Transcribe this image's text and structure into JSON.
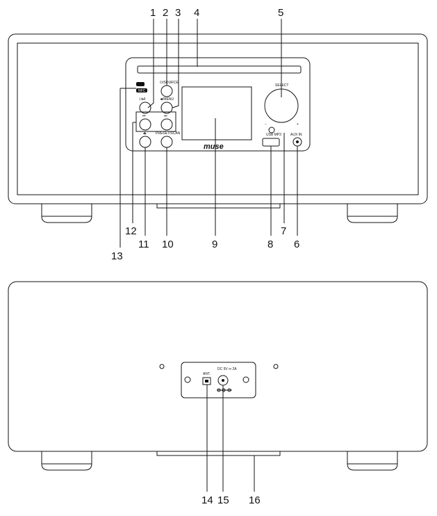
{
  "callout_numbers": [
    "1",
    "2",
    "3",
    "4",
    "5",
    "6",
    "7",
    "8",
    "9",
    "10",
    "11",
    "12",
    "13",
    "14",
    "15",
    "16"
  ],
  "front_labels": {
    "power_source": "⏻/SOURCE",
    "bt_play": "ᛒ/▶‖",
    "stop_menu": "■/MENU",
    "prev": "⏮",
    "next": "⏭",
    "eject": "⏏",
    "preset_scan": "PRESET/SCAN",
    "select": "SELECT",
    "minus": "−",
    "plus": "+",
    "usb_mp3": "USB MP3",
    "aux_in": "AUX IN",
    "nfc": "NFC",
    "brand": "muse"
  },
  "rear_labels": {
    "antenna": "ANT.",
    "dc_in": "DC 9V ⎓ 2A"
  }
}
